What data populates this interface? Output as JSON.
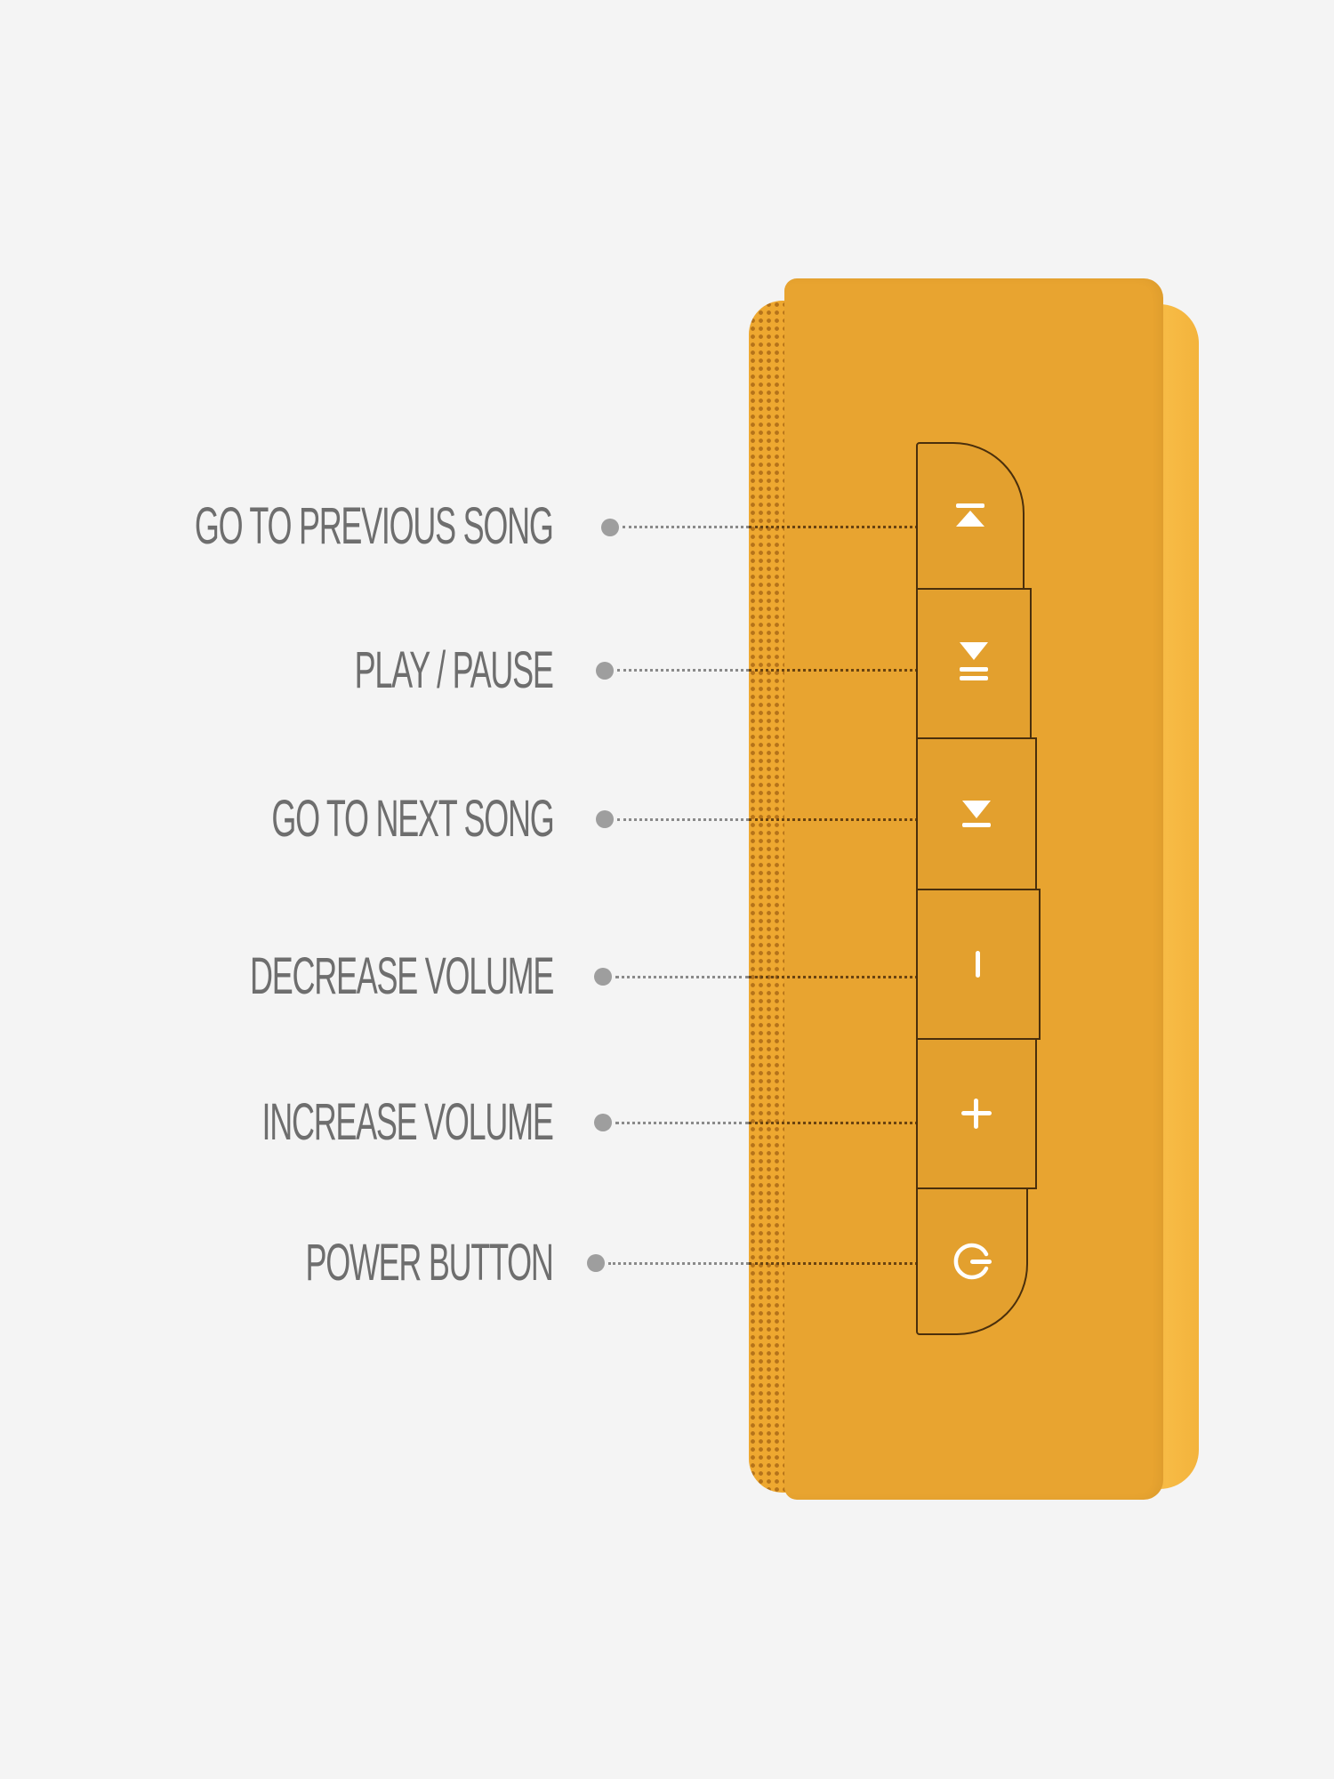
{
  "colors": {
    "background": "#f4f4f4",
    "speaker_body": "#e8a430",
    "button_fill": "#e3a02e",
    "button_outline": "#4a2f0c",
    "label_text": "#6e6e6e",
    "callout_dot": "#9e9e9e"
  },
  "controls": [
    {
      "label": "GO TO PREVIOUS SONG",
      "icon": "previous-track-icon"
    },
    {
      "label": "PLAY / PAUSE",
      "icon": "play-pause-icon"
    },
    {
      "label": "GO TO NEXT SONG",
      "icon": "next-track-icon"
    },
    {
      "label": "DECREASE VOLUME",
      "icon": "volume-down-icon"
    },
    {
      "label": "INCREASE VOLUME",
      "icon": "volume-up-icon"
    },
    {
      "label": "POWER BUTTON",
      "icon": "power-icon"
    }
  ]
}
